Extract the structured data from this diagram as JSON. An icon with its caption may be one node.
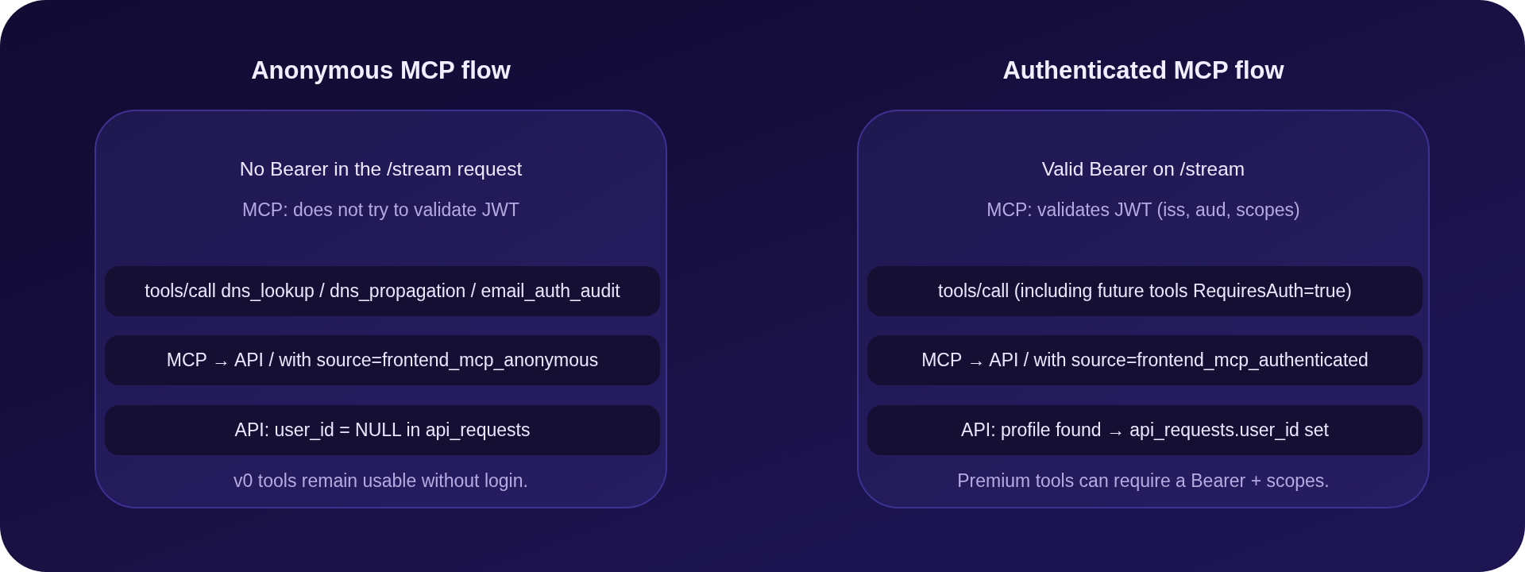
{
  "diagram": {
    "nodes": [
      {
        "text": [
          "Anonymous MCP flow",
          "No Bearer in the /stream request",
          "MCP: does not try to validate JWT",
          "v0 tools remain usable without login."
        ]
      },
      {
        "text": [
          "tools/call dns_lookup / dns_propagation / email_auth_audit"
        ],
        "in": 0
      },
      {
        "text": [
          "MCP → API / with source=frontend_mcp_anonymous"
        ],
        "in": 0
      },
      {
        "text": [
          "API: user_id = NULL in api_requests"
        ],
        "in": 0
      },
      {
        "text": [
          "Authenticated MCP flow",
          "Valid Bearer on /stream",
          "MCP: validates JWT (iss, aud, scopes)",
          "Premium tools can require a Bearer + scopes."
        ]
      },
      {
        "text": [
          "tools/call (including future tools RequiresAuth=true)"
        ],
        "in": 4
      },
      {
        "text": [
          "MCP → API / with source=frontend_mcp_authenticated"
        ],
        "in": 4
      },
      {
        "text": [
          "API: profile found → api_requests.user_id set"
        ],
        "in": 4
      }
    ]
  }
}
